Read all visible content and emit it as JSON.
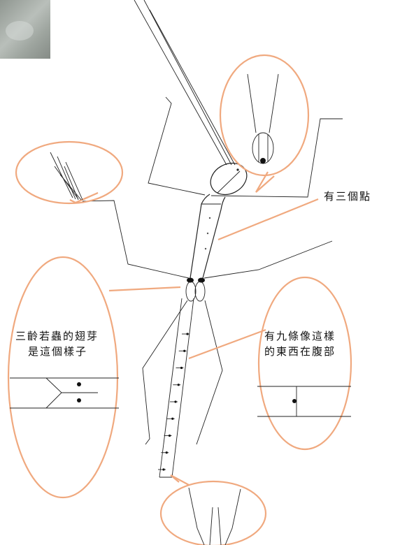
{
  "colors": {
    "callout_outline": "#f0a97f",
    "line_art": "#222222",
    "background": "#ffffff"
  },
  "annotations": {
    "dots_note": "有三個點",
    "wing_note_line1": "三齡若蟲的翅芽",
    "wing_note_line2": "是這個樣子",
    "abdomen_note_line1": "有九條像這樣",
    "abdomen_note_line2": "的東西在腹部"
  },
  "icons": {
    "photo": "photo-thumbnail",
    "callouts": [
      "head-detail-callout",
      "cercus-hair-callout",
      "wing-bud-callout",
      "abdomen-segment-callout",
      "tail-tip-callout"
    ]
  }
}
